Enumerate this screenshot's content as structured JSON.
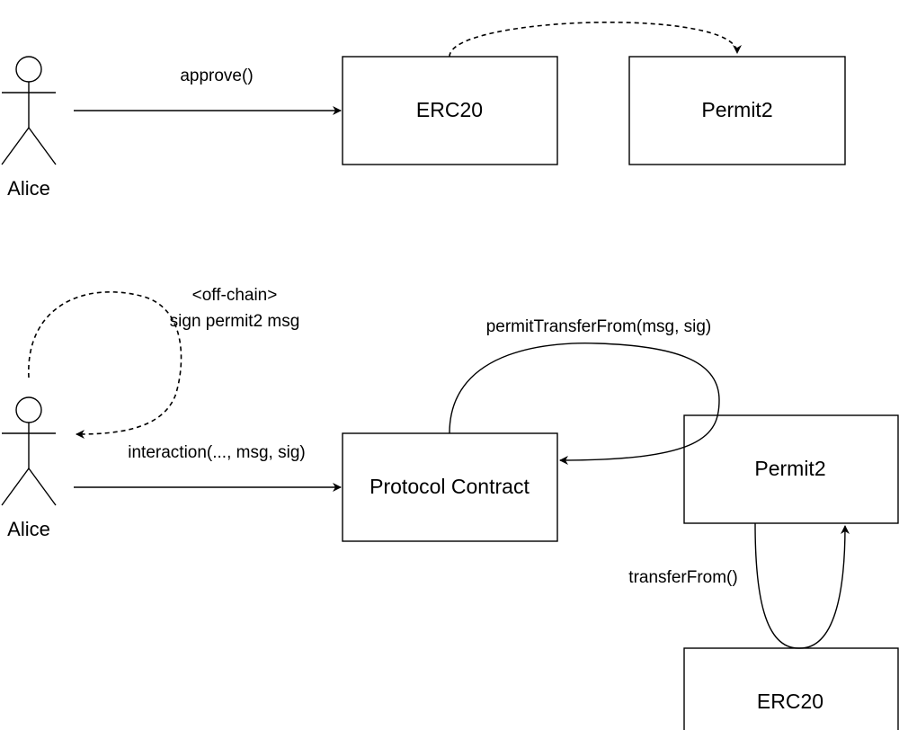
{
  "top_section": {
    "actor": {
      "label": "Alice"
    },
    "approve_edge": {
      "label": "approve()"
    },
    "erc20_box": {
      "label": "ERC20"
    },
    "permit2_box": {
      "label": "Permit2"
    }
  },
  "bottom_section": {
    "actor": {
      "label": "Alice"
    },
    "offchain_edge": {
      "label_line1": "<off-chain>",
      "label_line2": "sign permit2 msg"
    },
    "interaction_edge": {
      "label": "interaction(..., msg, sig)"
    },
    "protocol_box": {
      "label": "Protocol Contract"
    },
    "permit_transfer_edge": {
      "label": "permitTransferFrom(msg, sig)"
    },
    "permit2_box": {
      "label": "Permit2"
    },
    "transfer_from_edge": {
      "label": "transferFrom()"
    },
    "erc20_box": {
      "label": "ERC20"
    }
  }
}
